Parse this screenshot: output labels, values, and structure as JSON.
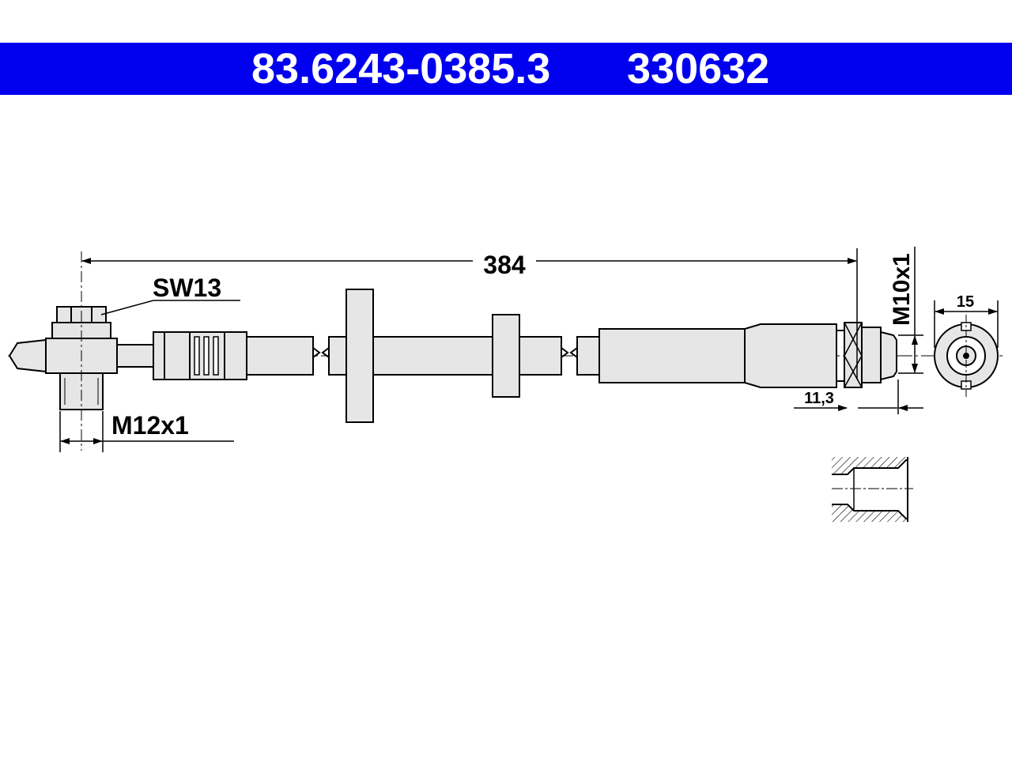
{
  "header": {
    "part_number": "83.6243-0385.3",
    "reference_number": "330632",
    "background_color": "#0000ee",
    "text_color": "#ffffff"
  },
  "dimensions": {
    "length": "384",
    "wrench_size": "SW13",
    "thread_left": "M12x1",
    "thread_right": "M10x1",
    "end_length": "11,3",
    "end_view_width": "15"
  }
}
